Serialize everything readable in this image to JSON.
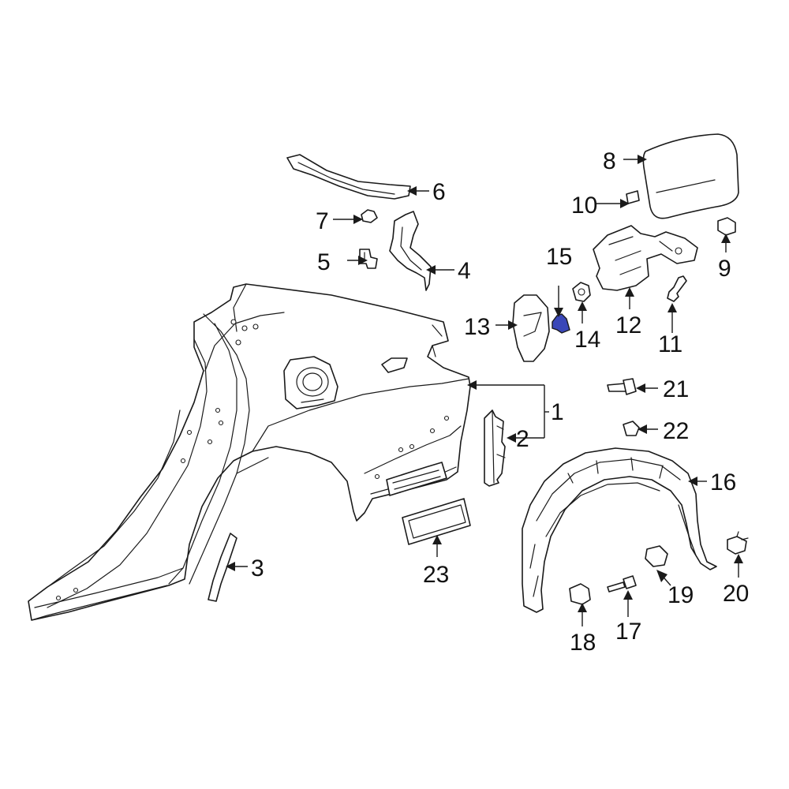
{
  "highlight_color": "#3a47b8",
  "line_color": "#1a1a1a",
  "highlighted_part": "15",
  "callouts": [
    {
      "id": "c1",
      "label": "1"
    },
    {
      "id": "c2",
      "label": "2"
    },
    {
      "id": "c3",
      "label": "3"
    },
    {
      "id": "c4",
      "label": "4"
    },
    {
      "id": "c5",
      "label": "5"
    },
    {
      "id": "c6",
      "label": "6"
    },
    {
      "id": "c7",
      "label": "7"
    },
    {
      "id": "c8",
      "label": "8"
    },
    {
      "id": "c9",
      "label": "9"
    },
    {
      "id": "c10",
      "label": "10"
    },
    {
      "id": "c11",
      "label": "11"
    },
    {
      "id": "c12",
      "label": "12"
    },
    {
      "id": "c13",
      "label": "13"
    },
    {
      "id": "c14",
      "label": "14"
    },
    {
      "id": "c15",
      "label": "15"
    },
    {
      "id": "c16",
      "label": "16"
    },
    {
      "id": "c17",
      "label": "17"
    },
    {
      "id": "c18",
      "label": "18"
    },
    {
      "id": "c19",
      "label": "19"
    },
    {
      "id": "c20",
      "label": "20"
    },
    {
      "id": "c21",
      "label": "21"
    },
    {
      "id": "c22",
      "label": "22"
    },
    {
      "id": "c23",
      "label": "23"
    }
  ]
}
